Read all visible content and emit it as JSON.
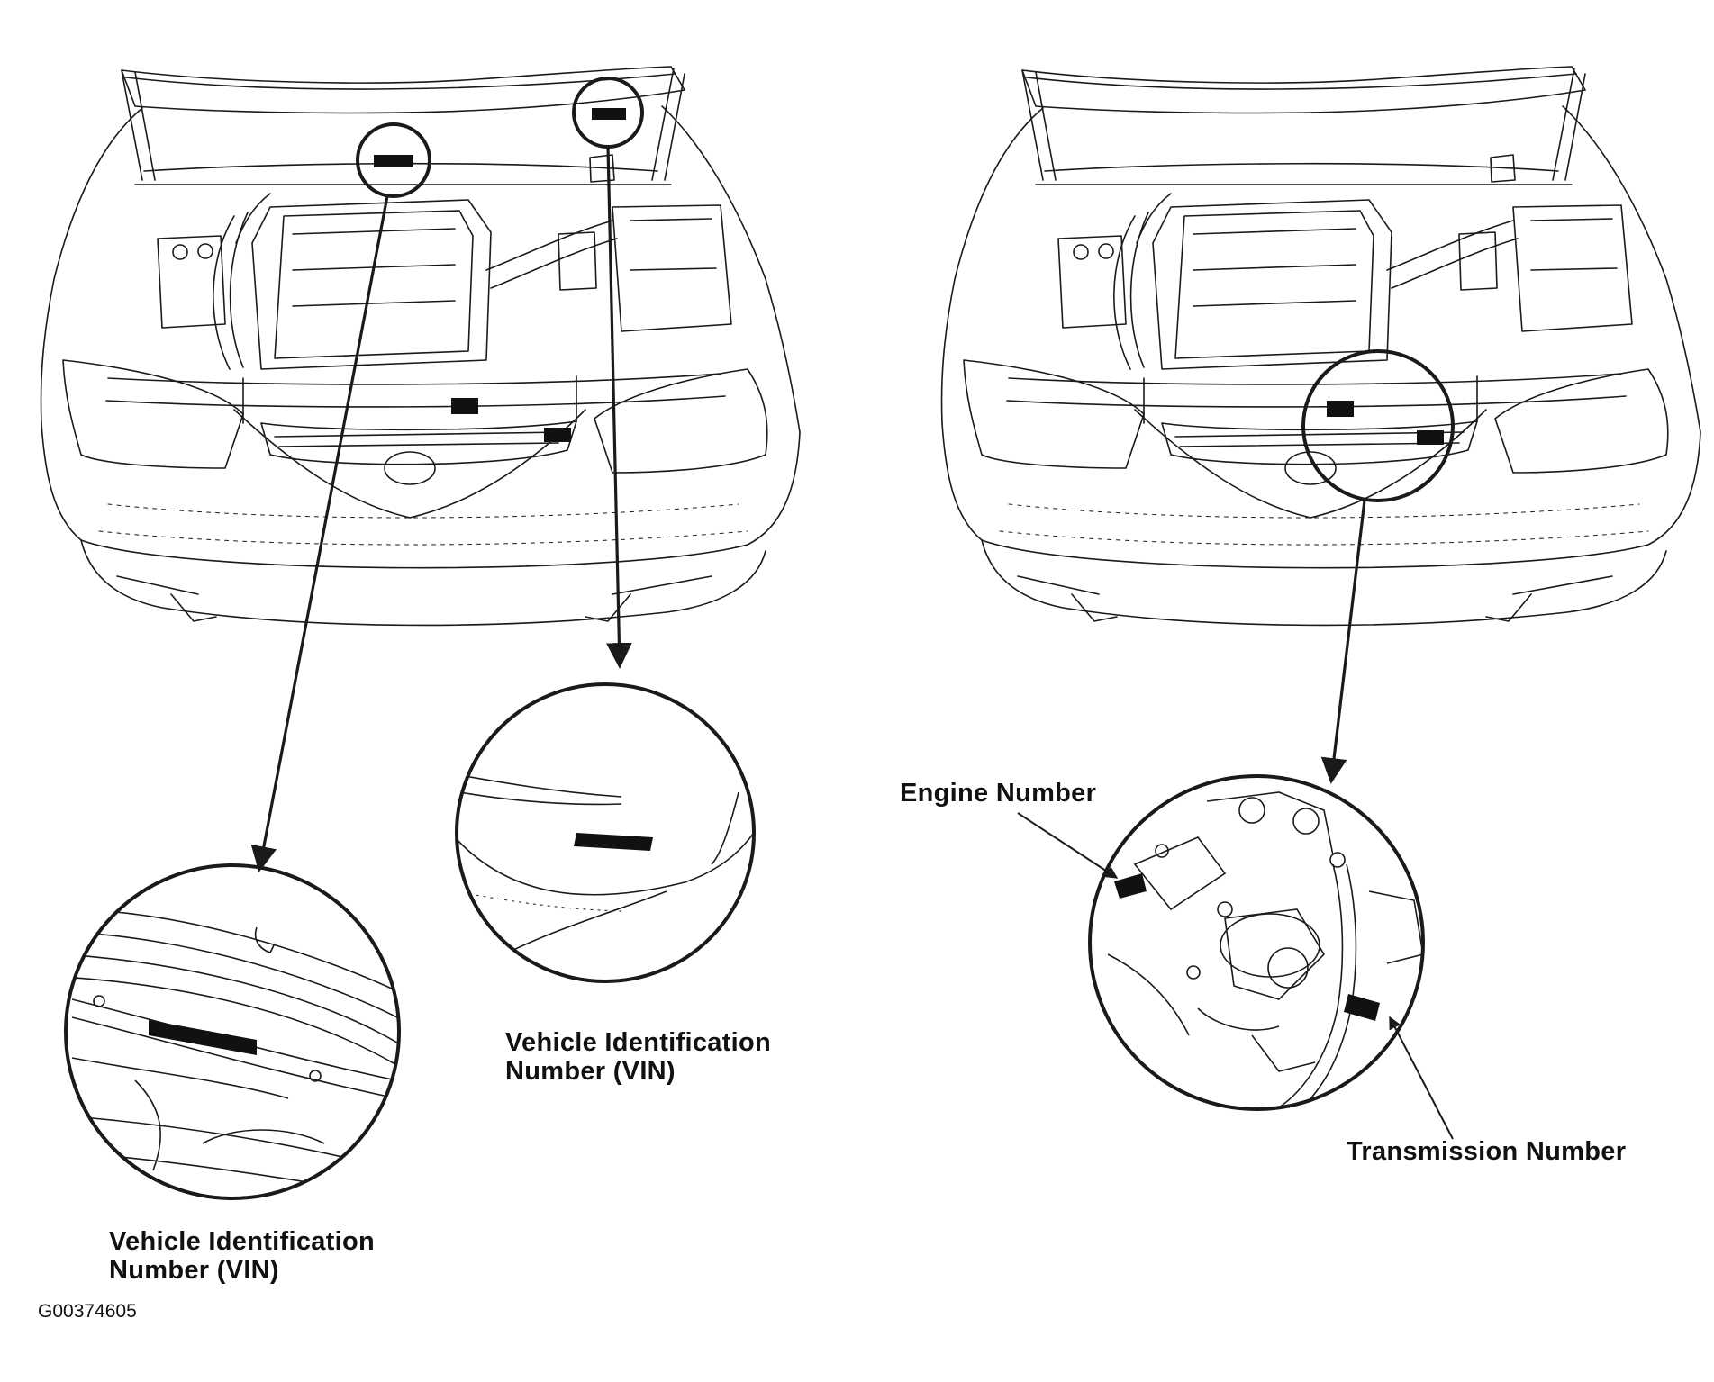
{
  "labels": {
    "vin_bottom": {
      "line1": "Vehicle Identification",
      "line2": "Number (VIN)"
    },
    "vin_middle": {
      "line1": "Vehicle Identification",
      "line2": "Number (VIN)"
    },
    "engine_number": "Engine Number",
    "transmission_number": "Transmission Number"
  },
  "figure_id": "G00374605",
  "colors": {
    "line": "#1a1a1a",
    "plate": "#111111",
    "background": "#ffffff"
  }
}
